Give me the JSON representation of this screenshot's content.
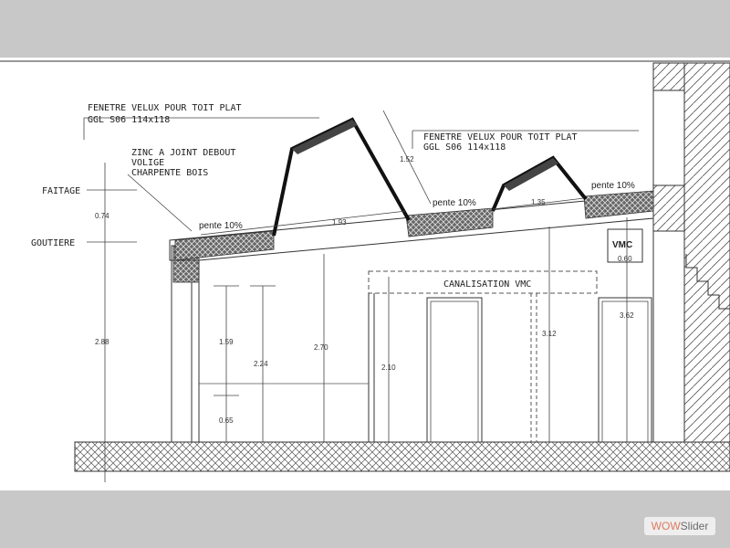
{
  "labels": {
    "velux_top_1": "FENETRE VELUX POUR TOIT PLAT",
    "velux_top_2": "GGL S06 114x118",
    "zinc_1": "ZINC A JOINT DEBOUT",
    "zinc_2": "VOLIGE",
    "zinc_3": "CHARPENTE BOIS",
    "velux_right_1": "FENETRE VELUX POUR TOIT PLAT",
    "velux_right_2": "GGL S06 114x118",
    "faitage": "FAITAGE",
    "goutiere": "GOUTIERE",
    "pente_1": "pente 10%",
    "pente_2": "pente 10%",
    "pente_3": "pente 10%",
    "canalisation": "CANALISATION VMC",
    "vmc": "VMC"
  },
  "dimensions": {
    "d_074": "0.74",
    "d_288": "2.88",
    "d_159": "1.59",
    "d_065": "0.65",
    "d_224": "2.24",
    "d_270": "2.70",
    "d_210": "2.10",
    "d_193": "1.93",
    "d_152": "1.52",
    "d_135": "1.35",
    "d_312": "3.12",
    "d_362": "3.62",
    "d_060": "0.60"
  },
  "watermark": {
    "part1": "WOW",
    "part2": "Slider"
  }
}
